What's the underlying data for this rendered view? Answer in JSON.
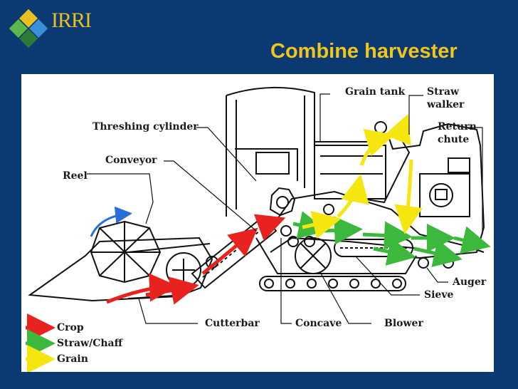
{
  "logo": {
    "text": "IRRI"
  },
  "title": "Combine harvester",
  "labels": {
    "grain_tank": "Grain tank",
    "straw_walker_1": "Straw",
    "straw_walker_2": "walker",
    "threshing_cylinder": "Threshing cylinder",
    "return_chute_1": "Return",
    "return_chute_2": "chute",
    "conveyor": "Conveyor",
    "reel": "Reel",
    "auger": "Auger",
    "sieve": "Sieve",
    "cutterbar": "Cutterbar",
    "concave": "Concave",
    "blower": "Blower"
  },
  "legend": [
    {
      "label": "Crop",
      "color": "#e8231f"
    },
    {
      "label": "Straw/Chaff",
      "color": "#3cb83c"
    },
    {
      "label": "Grain",
      "color": "#f5e60f"
    }
  ]
}
